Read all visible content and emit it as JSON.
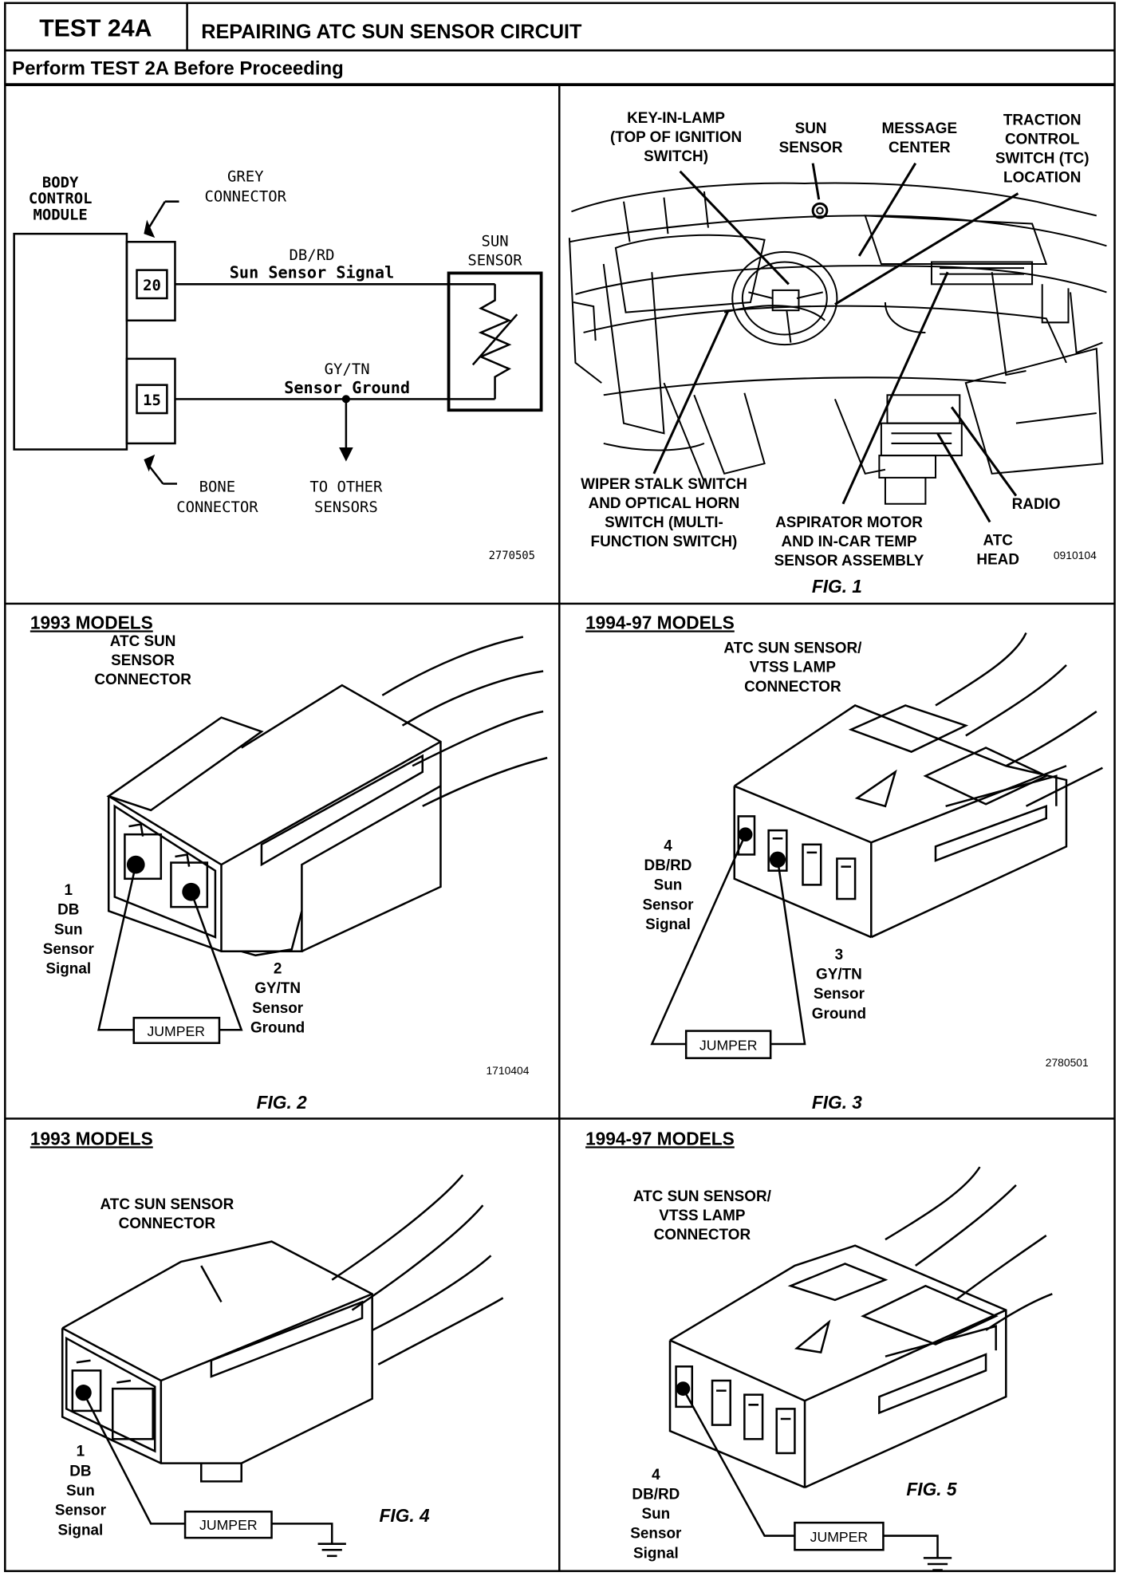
{
  "header": {
    "test_id": "TEST 24A",
    "title": "REPAIRING ATC SUN SENSOR CIRCUIT",
    "subheader": "Perform TEST 2A Before Proceeding"
  },
  "schematic": {
    "module_label": [
      "BODY",
      "CONTROL",
      "MODULE"
    ],
    "grey_connector_label": [
      "GREY",
      "CONNECTOR"
    ],
    "bone_connector_label": [
      "BONE",
      "CONNECTOR"
    ],
    "pin_20": "20",
    "pin_15": "15",
    "wire1_color": "DB/RD",
    "wire1_name": "Sun Sensor Signal",
    "wire2_color": "GY/TN",
    "wire2_name": "Sensor Ground",
    "sensor_label": [
      "SUN",
      "SENSOR"
    ],
    "to_other_label": [
      "TO OTHER",
      "SENSORS"
    ],
    "figure_id": "2770505"
  },
  "fig1": {
    "labels": {
      "key_in_lamp": [
        "KEY-IN-LAMP",
        "(TOP OF IGNITION",
        "SWITCH)"
      ],
      "sun_sensor": [
        "SUN",
        "SENSOR"
      ],
      "message_center": [
        "MESSAGE",
        "CENTER"
      ],
      "traction_control": [
        "TRACTION",
        "CONTROL",
        "SWITCH (TC)",
        "LOCATION"
      ],
      "wiper_stalk": [
        "WIPER STALK SWITCH",
        "AND OPTICAL HORN",
        "SWITCH (MULTI-",
        "FUNCTION SWITCH)"
      ],
      "aspirator": [
        "ASPIRATOR MOTOR",
        "AND IN-CAR TEMP",
        "SENSOR ASSEMBLY"
      ],
      "radio": "RADIO",
      "atc_head": [
        "ATC",
        "HEAD"
      ]
    },
    "figure_id": "0910104",
    "caption": "FIG. 1"
  },
  "fig2": {
    "heading": "1993 MODELS",
    "connector_label": [
      "ATC SUN",
      "SENSOR",
      "CONNECTOR"
    ],
    "pin1_label": [
      "1",
      "DB",
      "Sun",
      "Sensor",
      "Signal"
    ],
    "pin2_label": [
      "2",
      "GY/TN",
      "Sensor",
      "Ground"
    ],
    "jumper": "JUMPER",
    "figure_id": "1710404",
    "caption": "FIG. 2"
  },
  "fig3": {
    "heading": "1994-97 MODELS",
    "connector_label": [
      "ATC SUN SENSOR/",
      "VTSS LAMP",
      "CONNECTOR"
    ],
    "pin4_label": [
      "4",
      "DB/RD",
      "Sun",
      "Sensor",
      "Signal"
    ],
    "pin3_label": [
      "3",
      "GY/TN",
      "Sensor",
      "Ground"
    ],
    "jumper": "JUMPER",
    "figure_id": "2780501",
    "caption": "FIG. 3"
  },
  "fig4": {
    "heading": "1993 MODELS",
    "connector_label": [
      "ATC SUN SENSOR",
      "CONNECTOR"
    ],
    "pin1_label": [
      "1",
      "DB",
      "Sun",
      "Sensor",
      "Signal"
    ],
    "jumper": "JUMPER",
    "caption": "FIG. 4"
  },
  "fig5": {
    "heading": "1994-97 MODELS",
    "connector_label": [
      "ATC SUN SENSOR/",
      "VTSS LAMP",
      "CONNECTOR"
    ],
    "pin4_label": [
      "4",
      "DB/RD",
      "Sun",
      "Sensor",
      "Signal"
    ],
    "jumper": "JUMPER",
    "caption": "FIG. 5"
  }
}
